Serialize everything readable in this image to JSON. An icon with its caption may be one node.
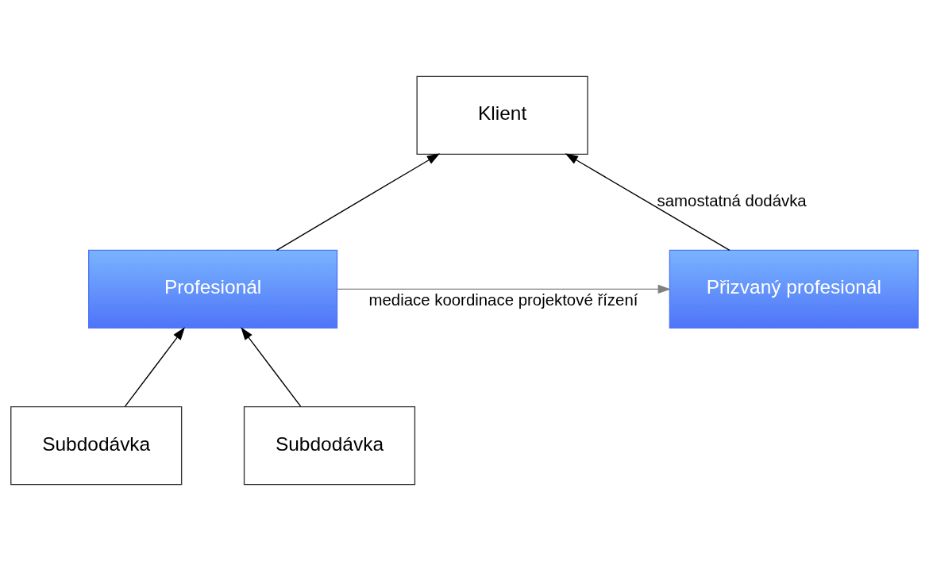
{
  "diagram": {
    "nodes": [
      {
        "text": [
          "Klient"
        ]
      },
      {
        "text": [
          "Profesionál"
        ]
      },
      {
        "text": [
          "Přizvaný profesionál"
        ]
      },
      {
        "text": [
          "Subdodávka"
        ]
      },
      {
        "text": [
          "Subdodávka"
        ]
      }
    ],
    "edges": [
      {
        "from": 1,
        "to": 0,
        "arrow": "to"
      },
      {
        "from": 2,
        "to": 0,
        "arrow": "to",
        "label": "samostatná dodávka"
      },
      {
        "from": 1,
        "to": 2,
        "arrow": "to",
        "color": "#808080",
        "label": "mediace koordinace projektové řízení"
      },
      {
        "from": 3,
        "to": 1,
        "arrow": "to"
      },
      {
        "from": 4,
        "to": 1,
        "arrow": "to"
      }
    ]
  }
}
